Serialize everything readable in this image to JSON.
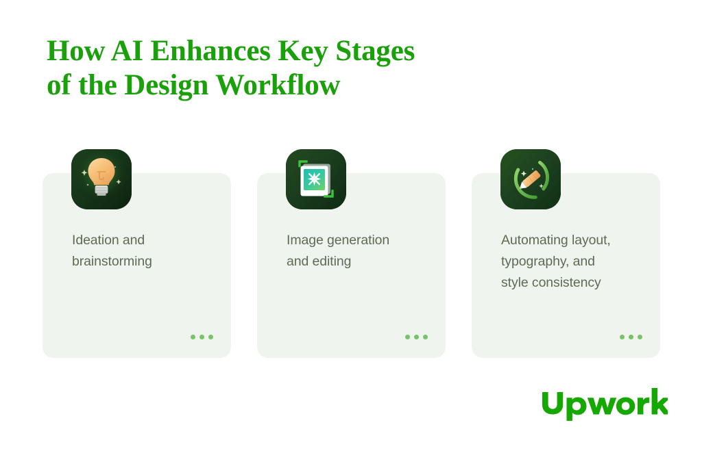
{
  "page": {
    "background_color": "#ffffff",
    "brand_green": "#1aa00a",
    "card_background": "#f0f4ef",
    "card_text_color": "#5d6b56",
    "dot_color": "#76c36a",
    "icon_tile_dark": "#143214"
  },
  "headline": {
    "line1": "How AI Enhances Key Stages",
    "line2": "of the Design Workflow",
    "color": "#1aa00a"
  },
  "cards": [
    {
      "id": "card-ideation",
      "icon": "lightbulb-icon",
      "icon_label": "lightbulb",
      "text_line1": "Ideation and",
      "text_line2": "brainstorming",
      "text_line3": "",
      "menu": "ellipsis"
    },
    {
      "id": "card-image-generation",
      "icon": "image-sparkle-icon",
      "icon_label": "image frame with sparkle",
      "text_line1": "Image generation",
      "text_line2": "and editing",
      "text_line3": "",
      "menu": "ellipsis"
    },
    {
      "id": "card-automating-layout",
      "icon": "pencil-arc-icon",
      "icon_label": "pencil with circular arc",
      "text_line1": "Automating layout,",
      "text_line2": "typography, and",
      "text_line3": "style consistency",
      "menu": "ellipsis"
    }
  ],
  "logo": {
    "name": "upwork-logo",
    "text": "upwork",
    "color": "#14a800"
  }
}
